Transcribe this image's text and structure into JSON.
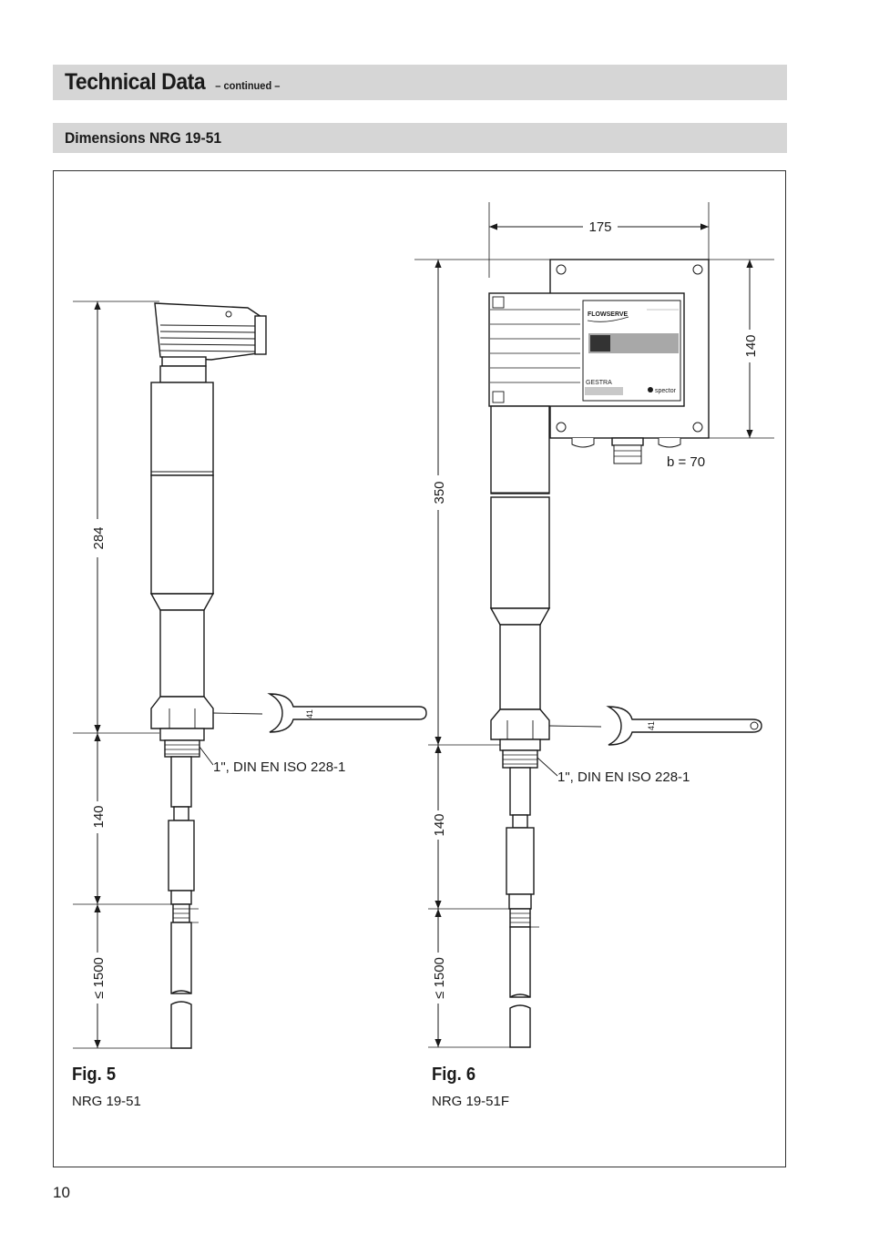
{
  "header": {
    "title": "Technical Data",
    "title_suffix": "– continued –",
    "section": "Dimensions NRG 19-51"
  },
  "fig5": {
    "caption": "Fig. 5",
    "model": "NRG 19-51",
    "dim_height": "284",
    "dim_insert": "140",
    "dim_rod": "≤ 1500",
    "wrench_size": "41",
    "thread_label": "1\", DIN EN ISO 228-1"
  },
  "fig6": {
    "caption": "Fig. 6",
    "model": "NRG 19-51F",
    "dim_width": "175",
    "dim_box_height": "140",
    "dim_depth": "b = 70",
    "dim_height": "350",
    "dim_insert": "140",
    "dim_rod": "≤ 1500",
    "wrench_size": "41",
    "thread_label": "1\", DIN EN ISO 228-1",
    "brand": "FLOWSERVE",
    "label_gestra": "GESTRA",
    "label_spector": "spector"
  },
  "page_number": "10"
}
